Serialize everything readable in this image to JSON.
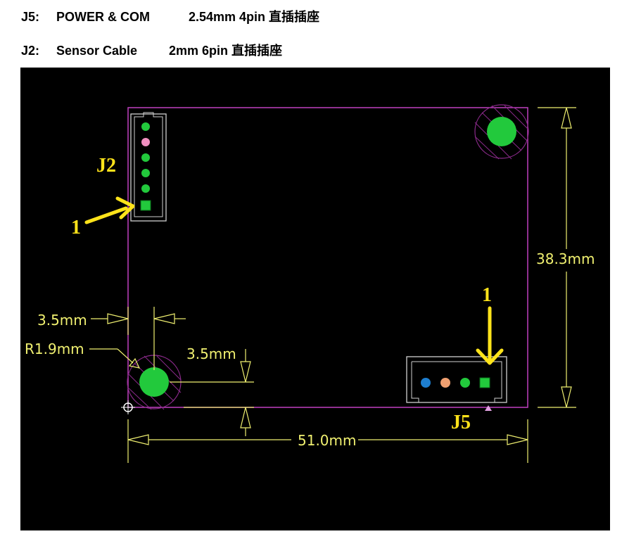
{
  "specs": [
    {
      "code": "J5:",
      "name": "POWER & COM",
      "desc": "2.54mm 4pin 直插插座"
    },
    {
      "code": "J2:",
      "name": "Sensor Cable",
      "desc": "2mm 6pin 直插插座"
    }
  ],
  "drawing": {
    "labels": {
      "j2": "J2",
      "j5": "J5",
      "pin1_j2": "1",
      "pin1_j5": "1"
    },
    "dimensions": {
      "height": "38.3mm",
      "width": "51.0mm",
      "hole_x": "3.5mm",
      "hole_y": "3.5mm",
      "hole_radius": "R1.9mm"
    },
    "colors": {
      "background": "#000000",
      "outline": "#c040c0",
      "dimension": "#f0f070",
      "pin": "#22c93c",
      "pin_highlight": "#f090c0",
      "arrow": "#ffe31a",
      "j5_pin_blue": "#1e7fd0",
      "j5_pin_orange": "#f0a070"
    }
  }
}
